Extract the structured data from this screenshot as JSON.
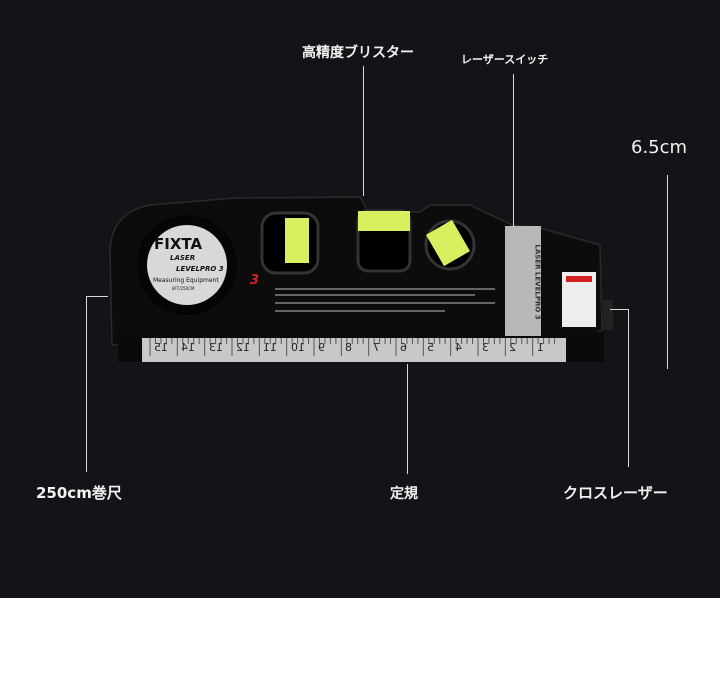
{
  "labels": {
    "blister": "高精度ブリスター",
    "laser_switch": "レーザースイッチ",
    "height": "6.5cm",
    "tape": "250cm巻尺",
    "ruler": "定規",
    "cross_laser": "クロスレーザー"
  },
  "product": {
    "brand": "FIXTA",
    "line1": "LASER",
    "line2": "LEVELPRO 3",
    "line3": "Measuring Equipment",
    "line4": "8FT/250CM",
    "mark": "3",
    "switch_text": "LASER LEVELPRO 3"
  },
  "ruler_numbers": [
    "15",
    "14",
    "13",
    "12",
    "11",
    "10",
    "9",
    "8",
    "7",
    "6",
    "5",
    "4",
    "3",
    "2",
    "1"
  ],
  "colors": {
    "background": "#121417",
    "bubble": "#d8f060",
    "accent_red": "#d32020"
  }
}
